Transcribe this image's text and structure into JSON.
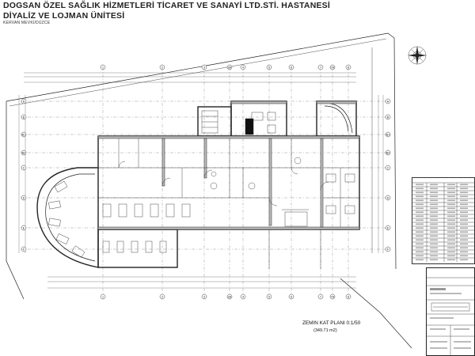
{
  "title": {
    "line1": "DOGSAN ÖZEL SAĞLIK HİZMETLERİ TİCARET VE SANAYİ LTD.STİ. HASTANESİ",
    "line2": "DİYALİZ VE LOJMAN ÜNİTESİ",
    "subtitle": "KERVAN MEVKİ/DÜZCE"
  },
  "plan": {
    "label": "ZEMIN KAT PLANI  0:1/50",
    "area": "(349.71 m2)"
  },
  "grid": {
    "columns": [
      "1",
      "2",
      "3",
      "3A",
      "4",
      "5",
      "6",
      "7",
      "7A",
      "8"
    ],
    "rows": [
      "A",
      "B",
      "B1",
      "B2",
      "C",
      "D",
      "E",
      "F"
    ]
  },
  "north_arrow": {
    "icon": "north-arrow-icon"
  },
  "colors": {
    "line": "#222222",
    "wall_fill": "#bdbdbd",
    "background": "#ffffff"
  }
}
